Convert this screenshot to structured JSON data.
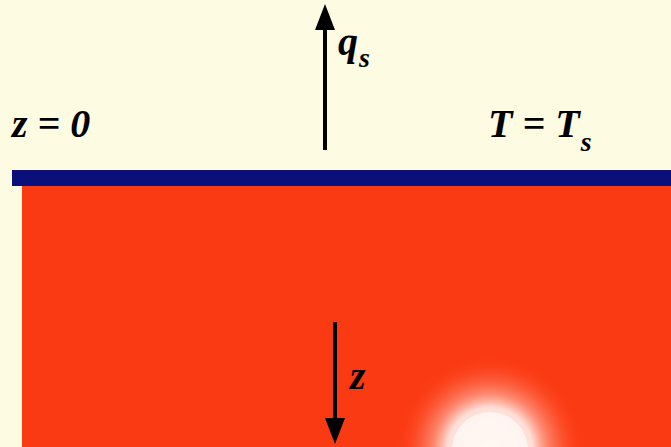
{
  "diagram": {
    "labels": [
      "z = 0",
      "T = T",
      "s",
      "q",
      "s",
      "z"
    ]
  }
}
